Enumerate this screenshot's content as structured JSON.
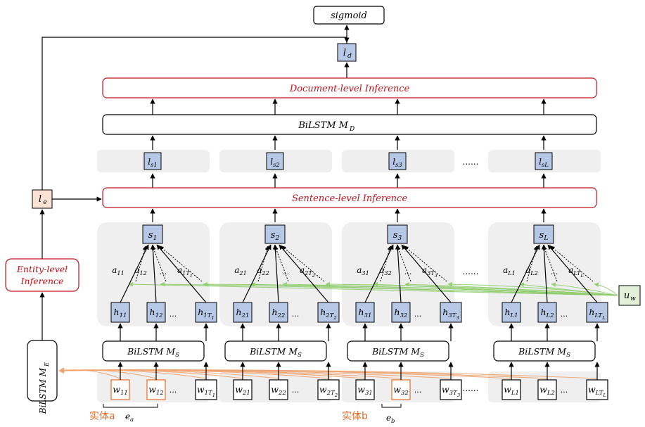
{
  "top": {
    "sigmoid": "sigmoid",
    "ld": "l",
    "ld_sub": "d"
  },
  "rows": {
    "doc_inference": "Document-level Inference",
    "bilstm_d": "BiLSTM M",
    "bilstm_d_sub": "D",
    "sent_inference": "Sentence-level Inference",
    "bilstm_s": "BiLSTM M",
    "bilstm_s_sub": "S"
  },
  "entity": {
    "le": "l",
    "le_sub": "e",
    "inference_line1": "Entity-level",
    "inference_line2": "Inference",
    "bilstm_e": "BiLSTM M",
    "bilstm_e_sub": "E"
  },
  "uw": {
    "base": "u",
    "sub": "w"
  },
  "ellipsis": "......",
  "dots": "...",
  "groups": [
    {
      "ls": "s1",
      "s": "1",
      "a": [
        {
          "b": "a",
          "s": "11"
        },
        {
          "b": "a",
          "s": "12"
        },
        {
          "b": "a",
          "s": "1T",
          "ss": "1"
        }
      ],
      "h": [
        {
          "b": "h",
          "s": "11"
        },
        {
          "b": "h",
          "s": "12"
        },
        {
          "b": "h",
          "s": "1T",
          "ss": "1"
        }
      ],
      "w": [
        {
          "b": "w",
          "s": "11"
        },
        {
          "b": "w",
          "s": "12"
        },
        {
          "b": "w",
          "s": "1T",
          "ss": "1"
        }
      ]
    },
    {
      "ls": "s2",
      "s": "2",
      "a": [
        {
          "b": "a",
          "s": "21"
        },
        {
          "b": "a",
          "s": "22"
        },
        {
          "b": "a",
          "s": "2T",
          "ss": "2"
        }
      ],
      "h": [
        {
          "b": "h",
          "s": "21"
        },
        {
          "b": "h",
          "s": "22"
        },
        {
          "b": "h",
          "s": "2T",
          "ss": "2"
        }
      ],
      "w": [
        {
          "b": "w",
          "s": "21"
        },
        {
          "b": "w",
          "s": "22"
        },
        {
          "b": "w",
          "s": "2T",
          "ss": "2"
        }
      ]
    },
    {
      "ls": "s3",
      "s": "3",
      "a": [
        {
          "b": "a",
          "s": "31"
        },
        {
          "b": "a",
          "s": "32"
        },
        {
          "b": "a",
          "s": "3T",
          "ss": "3"
        }
      ],
      "h": [
        {
          "b": "h",
          "s": "31"
        },
        {
          "b": "h",
          "s": "32"
        },
        {
          "b": "h",
          "s": "3T",
          "ss": "3"
        }
      ],
      "w": [
        {
          "b": "w",
          "s": "31"
        },
        {
          "b": "w",
          "s": "32"
        },
        {
          "b": "w",
          "s": "3T",
          "ss": "3"
        }
      ]
    },
    {
      "ls": "sL",
      "s": "L",
      "a": [
        {
          "b": "a",
          "s": "L1"
        },
        {
          "b": "a",
          "s": "L2"
        },
        {
          "b": "a",
          "s": "LT",
          "ss": "L"
        }
      ],
      "h": [
        {
          "b": "h",
          "s": "L1"
        },
        {
          "b": "h",
          "s": "L2"
        },
        {
          "b": "h",
          "s": "LT",
          "ss": "L"
        }
      ],
      "w": [
        {
          "b": "w",
          "s": "L1"
        },
        {
          "b": "w",
          "s": "L2"
        },
        {
          "b": "w",
          "s": "LT",
          "ss": "L"
        }
      ]
    }
  ],
  "annotations": {
    "entity_a": "实体a",
    "entity_a_sub": "a",
    "entity_b": "实体b",
    "entity_b_sub": "b",
    "e": "e"
  },
  "colors": {
    "blue_node": "#b7c7e6",
    "panel": "#efefef",
    "red": "#c0141c",
    "le_fill": "#fbe2d5",
    "uw_fill": "#e2efd9",
    "green": "#8fcc6e",
    "orange": "#f0a36e"
  }
}
